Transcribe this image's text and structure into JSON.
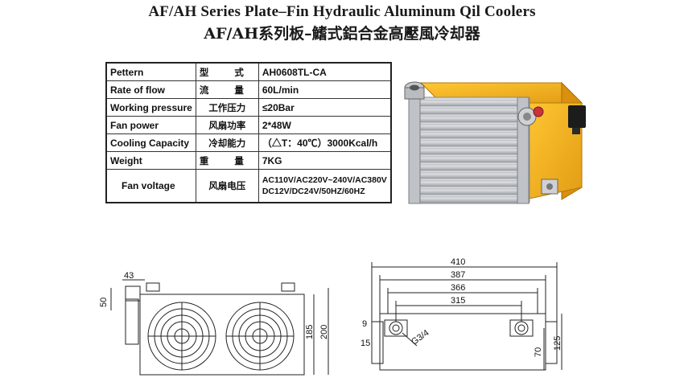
{
  "title": {
    "en": "AF/AH Series Plate–Fin Hydraulic Aluminum Qil Coolers",
    "zh": "AF/AH系列板–鰭式鋁合金高壓風冷却器"
  },
  "specs": [
    {
      "param": "Pettern",
      "cn": "型 式",
      "value": "AH0608TL-CA"
    },
    {
      "param": "Rate of flow",
      "cn": "流 量",
      "value": "60L/min"
    },
    {
      "param": "Working pressure",
      "cn": "工作压力",
      "value": "≤20Bar"
    },
    {
      "param": "Fan power",
      "cn": "风扇功率",
      "value": "2*48W"
    },
    {
      "param": "Cooling Capacity",
      "cn": "冷却能力",
      "value": "（△T：40℃）3000Kcal/h"
    },
    {
      "param": "Weight",
      "cn": "重 量",
      "value": "7KG"
    },
    {
      "param": "Fan voltage",
      "cn": "风扇电压",
      "value_lines": [
        "AC110V/AC220V~240V/AC380V",
        "DC12V/DC24V/50HZ/60HZ"
      ]
    }
  ],
  "photo": {
    "colors": {
      "housing": "#f2b01e",
      "fins": "#c9ccd1",
      "frame": "#d8dadd",
      "connector": "#1c1c1c",
      "red_cap": "#c8333c"
    }
  },
  "front_view": {
    "dim_top": "43",
    "dim_side": "50",
    "dim_height_inner": "185",
    "dim_height_outer": "200",
    "fan_count": 2
  },
  "side_view": {
    "dim_410": "410",
    "dim_387": "387",
    "dim_366": "366",
    "dim_315": "315",
    "dim_9": "9",
    "dim_15": "15",
    "dim_70": "70",
    "dim_125": "125",
    "port_label": "G3/4"
  }
}
